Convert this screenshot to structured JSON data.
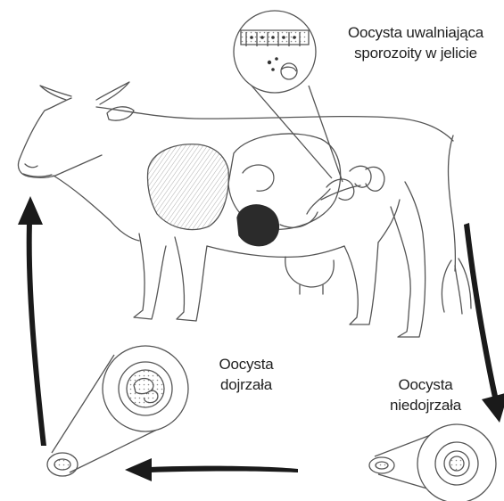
{
  "labels": {
    "sporozoite_release": [
      "Oocysta uwalniająca",
      "sporozoity w jelicie"
    ],
    "mature_oocyst": [
      "Oocysta",
      "dojrzała"
    ],
    "immature_oocyst": [
      "Oocysta",
      "niedojrzała"
    ]
  },
  "colors": {
    "line": "#555555",
    "arrow": "#1a1a1a",
    "text": "#222222",
    "organ_dark": "#2b2b2b"
  }
}
